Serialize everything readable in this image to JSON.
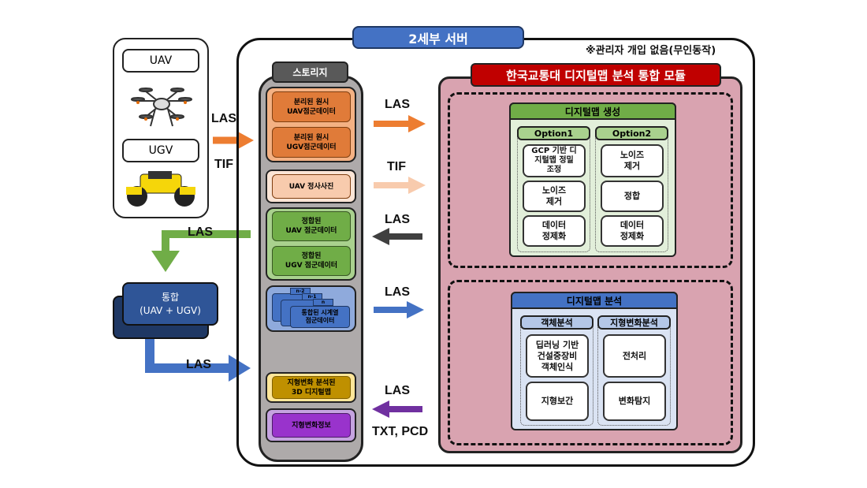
{
  "devices": {
    "uav": "UAV",
    "ugv": "UGV"
  },
  "server": {
    "title": "2세부 서버",
    "note": "※관리자 개입 없음(무인동작)"
  },
  "storage": {
    "title": "스토리지",
    "raw_uav": "분리된 원시\nUAV점군데이터",
    "raw_ugv": "분리된 원시\nUGV점군데이터",
    "ortho": "UAV 정사사진",
    "reg_uav": "정합된\nUAV 점군데이터",
    "reg_ugv": "정합된\nUGV 점군데이터",
    "ts_labels": [
      "n-2",
      "n-1",
      "n"
    ],
    "ts": "통합된 시계열\n점군데이터",
    "map3d": "지형변화 분석된\n3D 디지털맵",
    "change_info": "지형변화정보"
  },
  "arrows": {
    "in_las": "LAS",
    "in_tif": "TIF",
    "a1": "LAS",
    "a2": "TIF",
    "a3": "LAS",
    "a4": "LAS",
    "a5": "LAS",
    "a5b": "TXT, PCD",
    "left_las": "LAS",
    "merge_las": "LAS"
  },
  "merge": {
    "label": "통합\n(UAV + UGV)"
  },
  "module": {
    "title": "한국교통대 디지털맵 분석 통합 모듈",
    "gen": {
      "title": "디지털맵 생성",
      "opt1": "Option1",
      "opt2": "Option2",
      "opt1_items": [
        "GCP 기반 디\n지털맵 정밀\n조정",
        "노이즈\n제거",
        "데이터\n정제화"
      ],
      "opt2_items": [
        "노이즈\n제거",
        "정합",
        "데이터\n정제화"
      ]
    },
    "ana": {
      "title": "디지털맵 분석",
      "col1": "객체분석",
      "col2": "지형변화분석",
      "col1_items": [
        "딥러닝 기반\n건설중장비\n객체인식",
        "지형보간"
      ],
      "col2_items": [
        "전처리",
        "변화탐지"
      ]
    }
  },
  "colors": {
    "orange": "#ed7d31",
    "green": "#70ad47",
    "blue": "#4472c4",
    "purple": "#7030a0",
    "red": "#c00000",
    "pink": "#d9a3b0"
  }
}
